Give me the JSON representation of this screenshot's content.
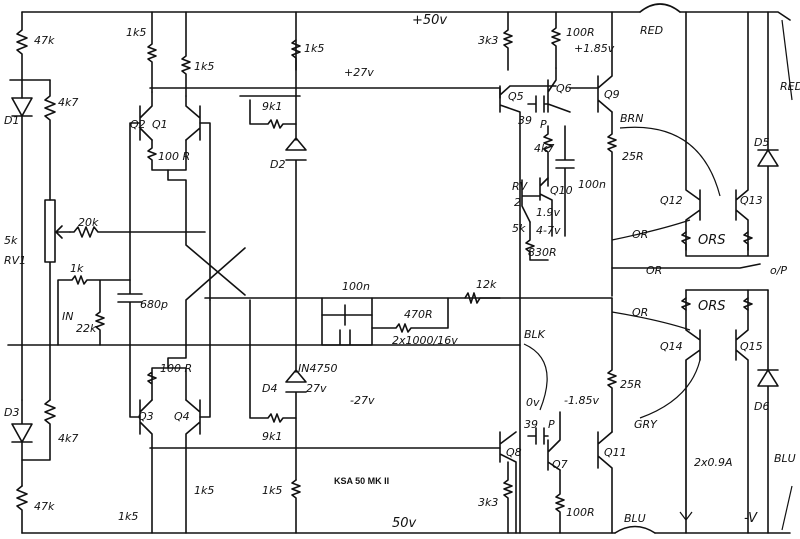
{
  "title": "KSA 50 MK II",
  "rails": {
    "pos": "+50v",
    "neg": "50v",
    "pos27": "+27v",
    "neg27": "-27v",
    "out": "o/P",
    "gnd": "0v",
    "minus_v": "-V",
    "bias_pos": "+1.85v",
    "bias_neg": "-1.85v",
    "i2x": "2x0.9A"
  },
  "wires": {
    "red1": "RED",
    "red2": "RED",
    "brn": "BRN",
    "or1": "OR",
    "or2": "OR",
    "or3": "OR",
    "blk": "BLK",
    "gry": "GRY",
    "blu1": "BLU",
    "blu2": "BLU",
    "red_out": "RED",
    "pr1": "P",
    "pr2": "P"
  },
  "resistors": {
    "r47k_top": "47k",
    "r4k7_l1": "4k7",
    "r1k5_a": "1k5",
    "r1k5_b": "1k5",
    "r1k5_c": "1k5",
    "r100r_q": "100 R",
    "r9k1_top": "9k1",
    "r20k": "20k",
    "r1k": "1k",
    "r22k": "22k",
    "r3k3_top": "3k3",
    "r100r_top": "100R",
    "r4k7_rv": "4k7",
    "r25r_top": "25R",
    "r830r": "830R",
    "r470r": "470R",
    "r12k": "12k",
    "r100r_q3": "100 R",
    "r4k7_l2": "4k7",
    "r9k1_bot": "9k1",
    "r25r_bot": "25R",
    "r3k3_bot": "3k3",
    "r100r_bot": "100R",
    "r1k5_d": "1k5",
    "r1k5_e": "1k5",
    "r1k5_f": "1k5",
    "r47k_bot": "47k"
  },
  "caps": {
    "c100n_mid": "100n",
    "c2x1000": "2x1000/16v",
    "c39p_top": "39",
    "c39p_bot": "39",
    "c680p": "680p",
    "c100n_v": "100n"
  },
  "semis": {
    "q1": "Q1",
    "q2": "Q2",
    "q3": "Q3",
    "q4": "Q4",
    "q5": "Q5",
    "q6": "Q6",
    "q7": "Q7",
    "q8": "Q8",
    "q9": "Q9",
    "q10": "Q10",
    "q11": "Q11",
    "q12": "Q12",
    "q13": "Q13",
    "q14": "Q14",
    "q15": "Q15",
    "d1": "D1",
    "d2": "D2",
    "d3": "D3",
    "d4": "D4",
    "d5": "D5",
    "d6": "D6",
    "z_type": "IN4750",
    "z_volt": "27v",
    "ors1": "ORS",
    "ors2": "ORS"
  },
  "pots": {
    "rv1": "RV1",
    "rv1_val": "5k",
    "rv_small": "RV",
    "rv_num": "2",
    "rv_val": "5k",
    "trim1": "1.9v",
    "trim2": "4-7v"
  },
  "misc": {
    "in": "IN"
  }
}
